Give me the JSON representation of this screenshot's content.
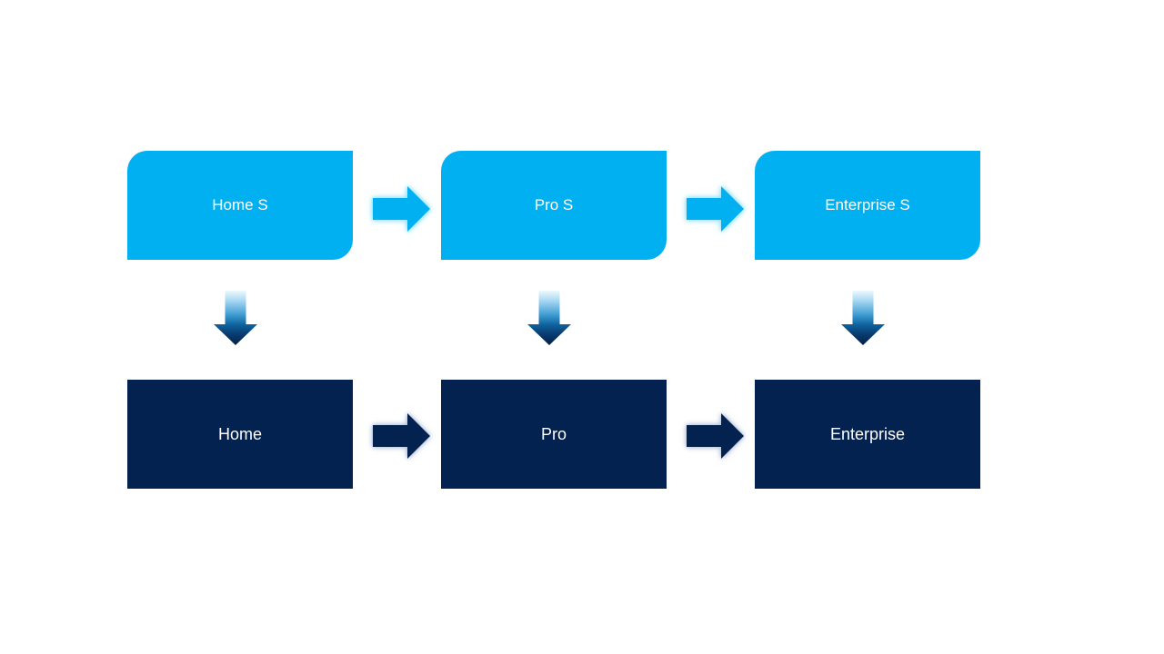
{
  "diagram": {
    "title": "",
    "top_row": [
      {
        "label": "Home S"
      },
      {
        "label": "Pro S"
      },
      {
        "label": "Enterprise S"
      }
    ],
    "bottom_row": [
      {
        "label": "Home"
      },
      {
        "label": "Pro"
      },
      {
        "label": "Enterprise"
      }
    ],
    "icons": {
      "right_arrow": "right-arrow-icon",
      "down_arrow": "down-arrow-icon"
    },
    "colors": {
      "light_blue": "#00b0f0",
      "dark_navy": "#032250",
      "text": "#ffffff",
      "background": "#ffffff",
      "down_arrow_gradient_top": "#e8f4fc",
      "down_arrow_gradient_bottom": "#041f47",
      "top_arrow_glow": "#8ce0fb",
      "bottom_arrow_glow": "#96acce"
    }
  }
}
